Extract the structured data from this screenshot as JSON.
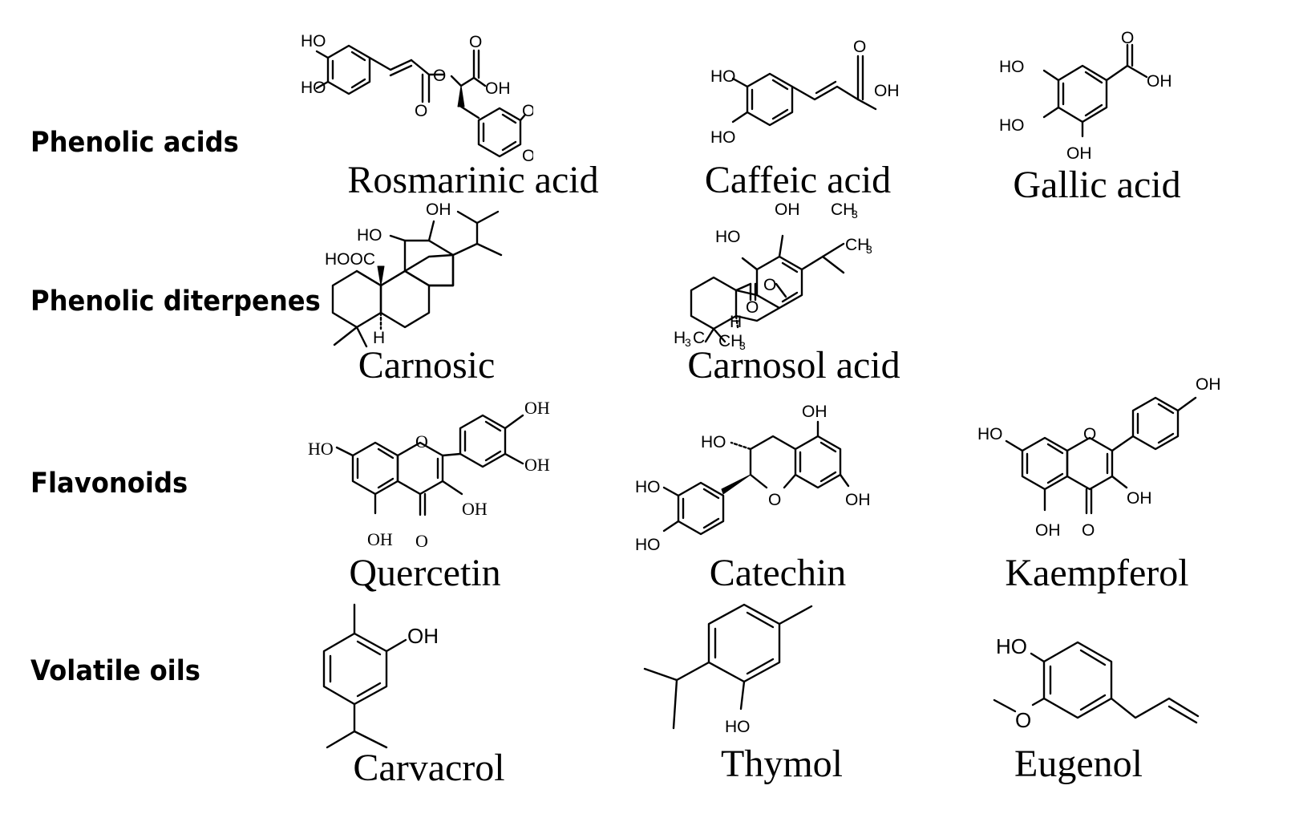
{
  "categories": [
    {
      "label": "Phenolic acids"
    },
    {
      "label": "Phenolic diterpenes"
    },
    {
      "label": "Flavonoids"
    },
    {
      "label": "Volatile oils"
    }
  ],
  "compounds": {
    "rosmarinic": {
      "name": "Rosmarinic acid"
    },
    "caffeic": {
      "name": "Caffeic acid"
    },
    "gallic": {
      "name": "Gallic acid"
    },
    "carnosic": {
      "name": "Carnosic"
    },
    "carnosol": {
      "name": "Carnosol acid"
    },
    "quercetin": {
      "name": "Quercetin"
    },
    "catechin": {
      "name": "Catechin"
    },
    "kaempferol": {
      "name": "Kaempferol"
    },
    "carvacrol": {
      "name": "Carvacrol"
    },
    "thymol": {
      "name": "Thymol"
    },
    "eugenol": {
      "name": "Eugenol"
    }
  },
  "atom_labels": {
    "OH": "OH",
    "HO": "HO",
    "O": "O",
    "HOOC": "HOOC",
    "H": "H",
    "CH3": "CH",
    "H3C": "H",
    "sub3": "3",
    "C": "C"
  }
}
